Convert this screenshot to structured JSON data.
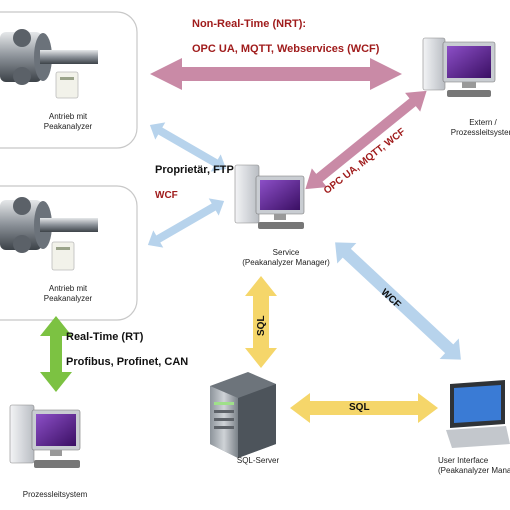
{
  "nodes": {
    "drive_top": {
      "label_line1": "Antrieb mit",
      "label_line2": "Peakanalyzer"
    },
    "drive_mid": {
      "label_line1": "Antrieb mit",
      "label_line2": "Peakanalyzer"
    },
    "extern": {
      "label_line1": "Extern /",
      "label_line2": "Prozessleitsystem"
    },
    "service": {
      "label_line1": "Service",
      "label_line2": "(Peakanalyzer Manager)"
    },
    "sql_server": {
      "label": "SQL-Server"
    },
    "user_interface": {
      "label_line1": "User Interface",
      "label_line2": "(Peakanalyzer Manager)"
    },
    "prozessleitsystem": {
      "label": "Prozessleitsystem"
    }
  },
  "connections": {
    "nrt_title": "Non-Real-Time (NRT):",
    "nrt_protocols": "OPC UA, MQTT, Webservices (WCF)",
    "extern_service": "OPC UA, MQTT, WCF",
    "proprietary": "Proprietär, FTP",
    "wcf_left": "WCF",
    "wcf_right": "WCF",
    "sql_vertical": "SQL",
    "sql_horizontal": "SQL",
    "rt_title": "Real-Time (RT)",
    "rt_protocols": "Profibus, Profinet, CAN"
  },
  "colors": {
    "nrt_arrow": "#c98aa6",
    "blue_arrow": "#b7d3ec",
    "sql_arrow": "#f5d66a",
    "rt_arrow": "#7cc242",
    "label_red": "#a01c1c",
    "monitor_screen": "#5a1a8a"
  }
}
